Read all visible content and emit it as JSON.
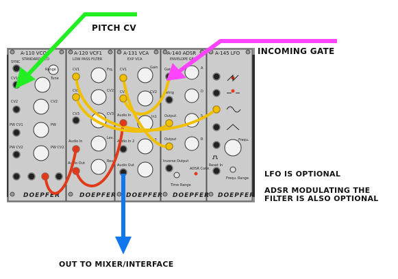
{
  "annotations": {
    "pitch_cv": "PITCH CV",
    "incoming_gate": "INCOMING GATE",
    "lfo_optional": "LFO IS OPTIONAL",
    "adsr_line1": "ADSR MODULATING THE",
    "adsr_line2": "FILTER IS ALSO OPTIONAL",
    "out": "OUT TO MIXER/INTERFACE"
  },
  "modules": [
    {
      "title": "A-110 VCO",
      "subtitle": "STANDARD VCO"
    },
    {
      "title": "A-120 VCF1",
      "subtitle": "LOW PASS FILTER"
    },
    {
      "title": "A-131 VCA",
      "subtitle": "EXP VCA"
    },
    {
      "title": "A-140 ADSR",
      "subtitle": "ENVELOPE GEN."
    },
    {
      "title": "A-145 LFO",
      "subtitle": ""
    }
  ],
  "brand": "DOEPFER",
  "vco_labels": {
    "sync": "SYNC",
    "cv1": "CV1",
    "range": "Range",
    "tune": "Tune",
    "cv2": "CV2",
    "pw": "PW",
    "pwcv1": "PW CV1",
    "pwcv2": "PW CV2"
  },
  "vcf_labels": {
    "cv1": "CV1",
    "frq": "Frq.",
    "cv2": "CV2",
    "cv3": "CV3",
    "lev": "Lev.",
    "audio_in": "Audio In",
    "res": "Res.",
    "audio_out": "Audio Out"
  },
  "vca_labels": {
    "cv1": "CV1",
    "gain": "Gain",
    "cv2": "CV2",
    "audio_in1": "Audio In",
    "in1": "In1",
    "audio_in2": "Audio In 2",
    "in2": "In2",
    "audio_out": "Audio Out"
  },
  "adsr_labels": {
    "gate": "Gate",
    "retrig": "Retrig",
    "a": "A",
    "d": "D",
    "s": "S",
    "r": "R",
    "output1": "Output",
    "output2": "Output",
    "inverse": "Inverse Output",
    "time_range": "Time Range",
    "adsr_conn": "ADSR Conn."
  },
  "lfo_labels": {
    "frequ": "Frequ.",
    "reset_in": "Reset In",
    "frequ_range": "Frequ. Range"
  },
  "colors": {
    "pitch_arrow": "#22ee22",
    "gate_arrow": "#ff44ff",
    "out_arrow": "#1177ee",
    "cable_red": "#e03a1a",
    "cable_yellow": "#f0c000",
    "panel": "#c9c9c9"
  }
}
